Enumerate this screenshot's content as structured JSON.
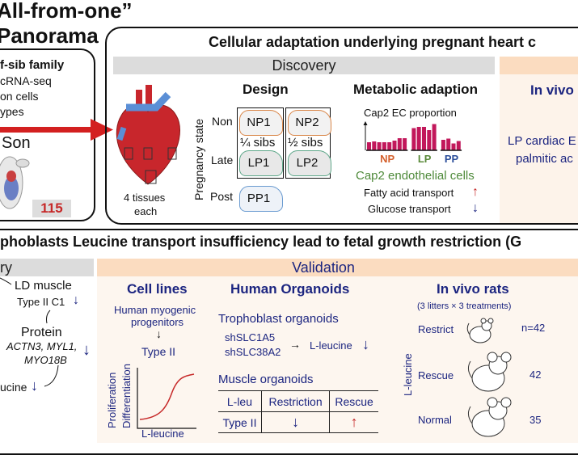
{
  "header": {
    "title_line1": "All-from-one”",
    "title_line2": "Panorama"
  },
  "left_panel": {
    "heading": "f-sib family",
    "lines": [
      "cRNA-seq",
      "on cells",
      "ypes"
    ],
    "son_label": "Son",
    "count": "115"
  },
  "heart_panel": {
    "title": "Cellular adaptation underlying pregnant heart c",
    "discovery_label": "Discovery",
    "heart_caption_1": "4 tissues",
    "heart_caption_2": "each",
    "design": {
      "title": "Design",
      "axis_label": "Pregnancy state",
      "states": [
        "Non",
        "Late",
        "Post"
      ],
      "groups": {
        "np1": "NP1",
        "np2": "NP2",
        "lp1": "LP1",
        "lp2": "LP2",
        "pp1": "PP1"
      },
      "sibs_1": "¼ sibs",
      "sibs_2": "½ sibs"
    },
    "metabolic": {
      "title": "Metabolic adaption",
      "chart_title": "Cap2 EC proportion",
      "cell_type": "Cap2 endothelial cells",
      "fatty": "Fatty acid transport",
      "glucose": "Glucose transport"
    },
    "validation": {
      "title": "In vivo",
      "line1": "LP cardiac E",
      "line2": "palmitic ac"
    }
  },
  "chart_data": {
    "type": "bar",
    "title": "Cap2 EC proportion",
    "groups": [
      {
        "name": "NP",
        "color": "#d4602c",
        "values": [
          2,
          2.2,
          2,
          2,
          2,
          2.4,
          3,
          3
        ]
      },
      {
        "name": "LP",
        "color": "#5a8a3a",
        "values": [
          5.5,
          5.8,
          5.8,
          5,
          6.5
        ]
      },
      {
        "name": "PP",
        "color": "#2a4d9a",
        "values": [
          2.6,
          2.9,
          1.7,
          2.3
        ]
      }
    ],
    "bar_color": "#c2185b"
  },
  "bottom_panel": {
    "title": "phoblasts Leucine transport insufficiency lead to fetal growth restriction (G",
    "discovery_label": "ry",
    "validation_label": "Validation",
    "left": {
      "ld": "LD muscle",
      "type2c1": "Type II C1",
      "protein": "Protein",
      "genes1": "ACTN3, MYL1,",
      "genes2": "MYO18B",
      "leucine": "ucine"
    },
    "cell_lines": {
      "title": "Cell lines",
      "l1": "Human myogenic",
      "l2": "progenitors",
      "type2": "Type II",
      "y1": "Proliferation",
      "y2": "Differentiation",
      "x": "L-leucine"
    },
    "organoids": {
      "title": "Human Organoids",
      "tropho": "Trophoblast organoids",
      "sh1": "shSLC1A5",
      "sh2": "shSLC38A2",
      "leu": "L-leucine",
      "muscle": "Muscle organoids",
      "table": {
        "headers": [
          "L-leu",
          "Restriction",
          "Rescue"
        ],
        "row_label": "Type II"
      }
    },
    "rats": {
      "title": "In vivo rats",
      "subtitle": "(3 litters × 3 treatments)",
      "axis": "L-leucine",
      "rows": [
        {
          "label": "Restrict",
          "n": "n=42"
        },
        {
          "label": "Rescue",
          "n": "42"
        },
        {
          "label": "Normal",
          "n": "35"
        }
      ]
    }
  }
}
